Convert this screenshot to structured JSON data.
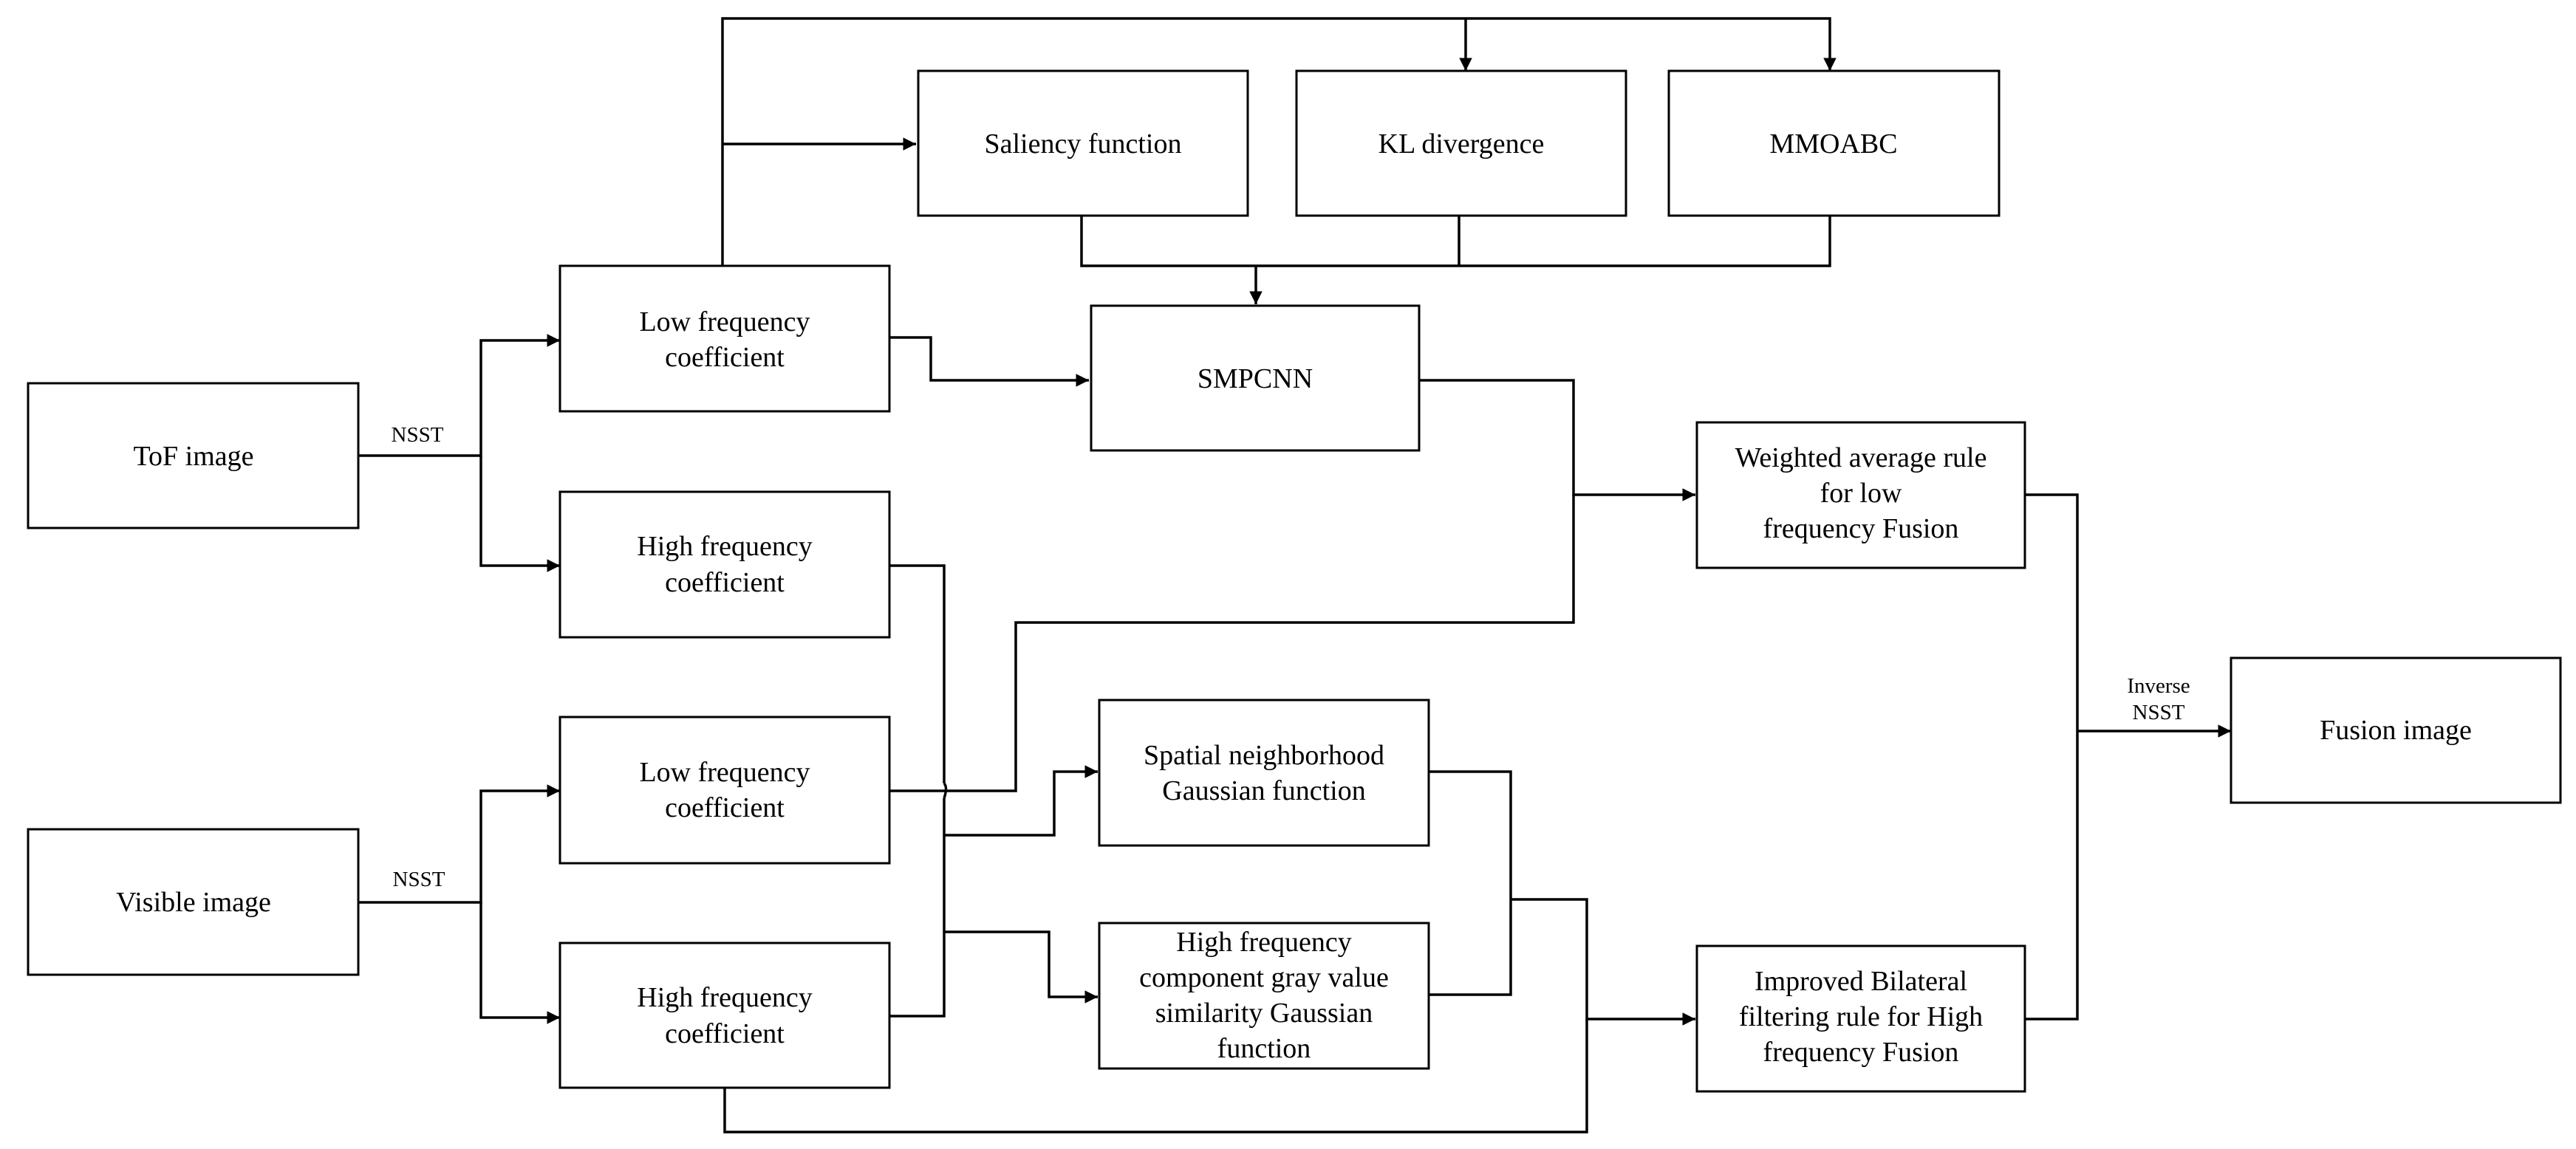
{
  "boxes": {
    "tof_image": [
      "ToF image"
    ],
    "visible_image": [
      "Visible image"
    ],
    "tof_low_freq": [
      "Low frequency",
      "coefficient"
    ],
    "tof_high_freq": [
      "High frequency",
      "coefficient"
    ],
    "vis_low_freq": [
      "Low frequency",
      "coefficient"
    ],
    "vis_high_freq": [
      "High frequency",
      "coefficient"
    ],
    "saliency_function": [
      "Saliency function"
    ],
    "kl_divergence": [
      "KL divergence"
    ],
    "mmoabc": [
      "MMOABC"
    ],
    "smpcnn": [
      "SMPCNN"
    ],
    "spatial_gaussian": [
      "Spatial neighborhood",
      "Gaussian function"
    ],
    "gray_similarity_gaussian": [
      "High frequency",
      "component gray value",
      "similarity Gaussian",
      "function"
    ],
    "weighted_average_rule": [
      "Weighted average rule",
      "for low",
      "frequency Fusion"
    ],
    "bilateral_rule": [
      "Improved Bilateral",
      "filtering rule for High",
      "frequency Fusion"
    ],
    "fusion_image": [
      "Fusion image"
    ]
  },
  "labels": {
    "nsst_tof": "NSST",
    "nsst_visible": "NSST",
    "inverse_nsst": [
      "Inverse",
      "NSST"
    ]
  }
}
